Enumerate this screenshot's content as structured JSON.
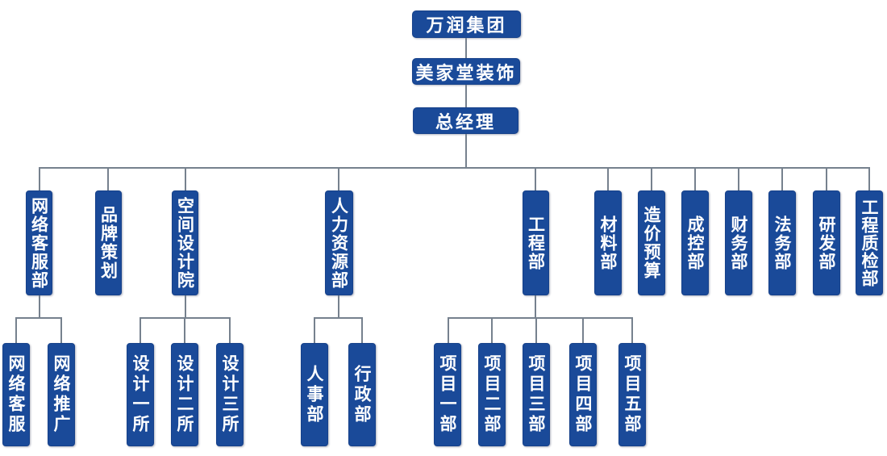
{
  "org": {
    "root_chain": [
      {
        "label": "万润集团"
      },
      {
        "label": "美家堂装饰"
      },
      {
        "label": "总经理"
      }
    ],
    "departments": [
      {
        "label": "网络客服部",
        "children": [
          {
            "label": "网络客服"
          },
          {
            "label": "网络推广"
          }
        ]
      },
      {
        "label": "品牌策划",
        "children": []
      },
      {
        "label": "空间设计院",
        "children": [
          {
            "label": "设计一所"
          },
          {
            "label": "设计二所"
          },
          {
            "label": "设计三所"
          }
        ]
      },
      {
        "label": "人力资源部",
        "children": [
          {
            "label": "人事部"
          },
          {
            "label": "行政部"
          }
        ]
      },
      {
        "label": "工程部",
        "children": [
          {
            "label": "项目一部"
          },
          {
            "label": "项目二部"
          },
          {
            "label": "项目三部"
          },
          {
            "label": "项目四部"
          },
          {
            "label": "项目五部"
          }
        ]
      },
      {
        "label": "材料部",
        "children": []
      },
      {
        "label": "造价预算",
        "children": []
      },
      {
        "label": "成控部",
        "children": []
      },
      {
        "label": "财务部",
        "children": []
      },
      {
        "label": "法务部",
        "children": []
      },
      {
        "label": "研发部",
        "children": []
      },
      {
        "label": "工程质检部",
        "children": []
      }
    ]
  },
  "colors": {
    "node_bg": "#1a4a99",
    "node_border": "#16418a",
    "node_text": "#ffffff",
    "connector": "#76818e"
  }
}
